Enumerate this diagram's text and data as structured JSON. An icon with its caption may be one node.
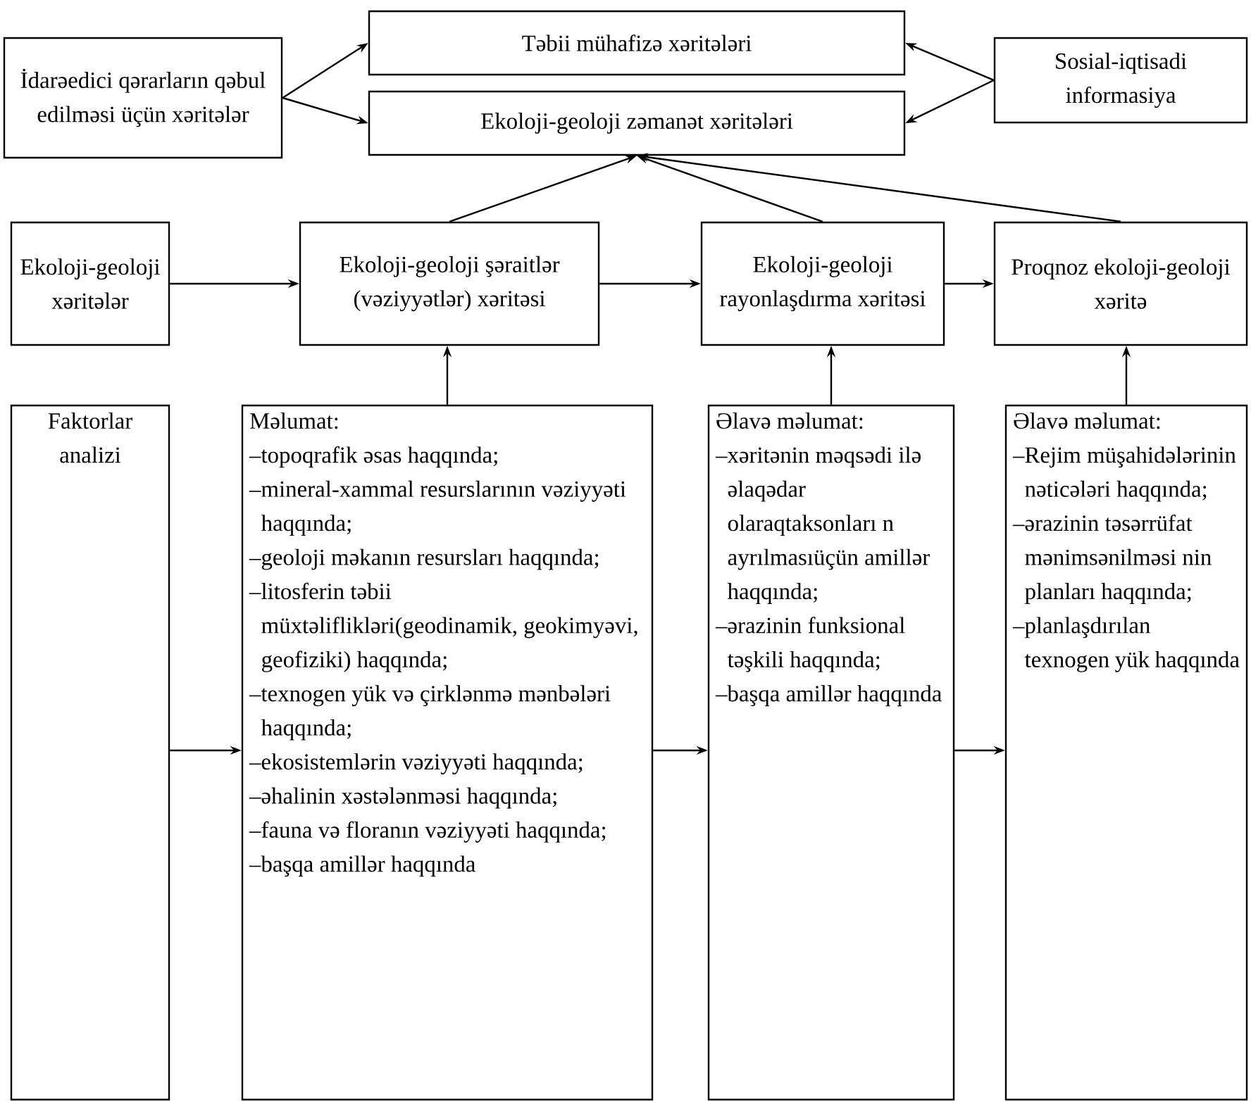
{
  "diagram": {
    "nodes": [
      {
        "text": [
          "İdarəedici qərarların qəbul edilməsi üçün xəritələr"
        ]
      },
      {
        "text": [
          "Təbii mühafizə xəritələri"
        ]
      },
      {
        "text": [
          "Ekoloji-geoloji zəmanət xəritələri"
        ]
      },
      {
        "text": [
          "Sosial-iqtisadi informasiya"
        ]
      },
      {
        "text": [
          "Ekoloji-geoloji xəritələr"
        ]
      },
      {
        "text": [
          "Ekoloji-geoloji şəraitlər (vəziyyətlər) xəritəsi"
        ]
      },
      {
        "text": [
          "Ekoloji-geoloji rayonlaşdırma xəritəsi"
        ]
      },
      {
        "text": [
          "Proqnoz ekoloji-geoloji xəritə"
        ]
      },
      {
        "text": [
          "Faktorlar analizi"
        ]
      },
      {
        "text": [
          "Məlumat:",
          "–topoqrafik əsas haqqında;",
          "–mineral-xammal resurslarının vəziyyəti haqqında;",
          "–geoloji məkanın resursları haqqında;",
          "–litosferin təbii müxtəliflikləri(geodinamik, geokimyəvi, geofiziki) haqqında;",
          "–texnogen yük və çirklənmə mənbələri haqqında;",
          "–ekosistemlərin vəziyyəti haqqında;",
          "–əhalinin xəstələnməsi haqqında;",
          "–fauna və floranın vəziyyəti haqqında;",
          "–başqa amillər haqqında"
        ]
      },
      {
        "text": [
          "Əlavə məlumat:",
          "–xəritənin məqsədi ilə əlaqədar olaraqtaksonları n ayrılmasıüçün amillər haqqında;",
          "–ərazinin funksional təşkili haqqında;",
          "–başqa amillər haqqında"
        ]
      },
      {
        "text": [
          "Əlavə məlumat:",
          "–Rejim müşahidələrinin nəticələri haqqında;",
          "–ərazinin təsərrüfat mənimsənilməsi nin planları haqqında;",
          "–planlaşdırılan texnogen yük haqqında"
        ]
      }
    ],
    "edges": [
      {
        "from": 0,
        "to": 1,
        "arrow": "to"
      },
      {
        "from": 0,
        "to": 2,
        "arrow": "to"
      },
      {
        "from": 3,
        "to": 1,
        "arrow": "to"
      },
      {
        "from": 3,
        "to": 2,
        "arrow": "to"
      },
      {
        "from": 5,
        "to": 2,
        "arrow": "to"
      },
      {
        "from": 6,
        "to": 2,
        "arrow": "to"
      },
      {
        "from": 7,
        "to": 2,
        "arrow": "to"
      },
      {
        "from": 4,
        "to": 5,
        "arrow": "to"
      },
      {
        "from": 5,
        "to": 6,
        "arrow": "to"
      },
      {
        "from": 6,
        "to": 7,
        "arrow": "to"
      },
      {
        "from": 9,
        "to": 5,
        "arrow": "to"
      },
      {
        "from": 10,
        "to": 6,
        "arrow": "to"
      },
      {
        "from": 11,
        "to": 7,
        "arrow": "to"
      },
      {
        "from": 8,
        "to": 9,
        "arrow": "to"
      },
      {
        "from": 9,
        "to": 10,
        "arrow": "to"
      },
      {
        "from": 10,
        "to": 11,
        "arrow": "to"
      }
    ]
  }
}
